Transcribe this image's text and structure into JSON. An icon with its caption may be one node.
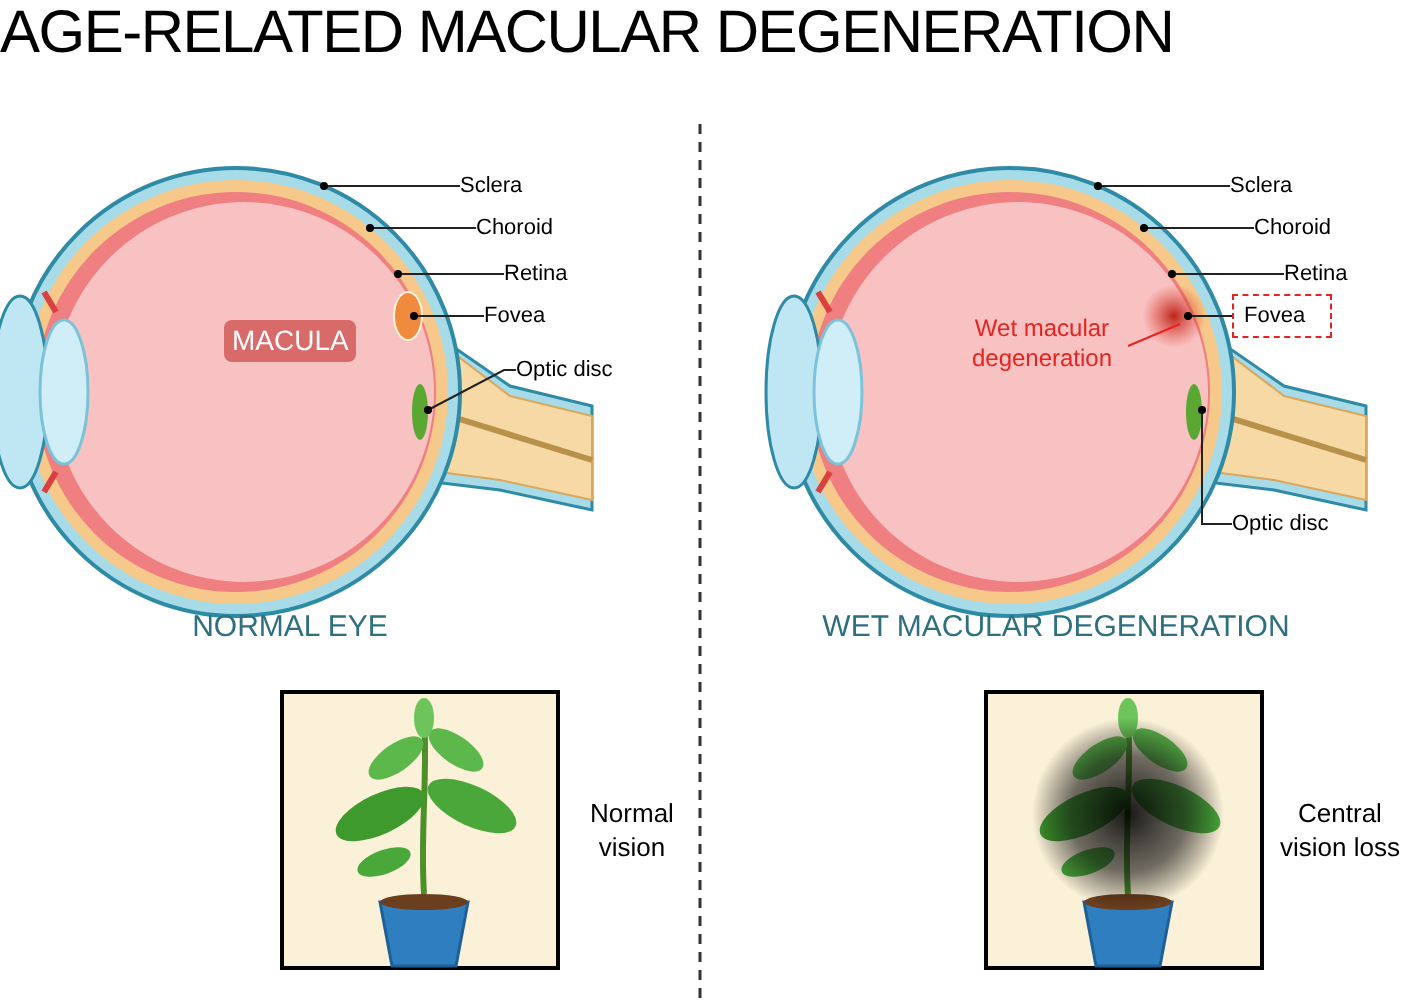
{
  "diagram": {
    "title": "AGE-RELATED MACULAR DEGENERATION",
    "nodes": [
      {
        "text": [
          "Sclera"
        ]
      },
      {
        "text": [
          "Choroid"
        ]
      },
      {
        "text": [
          "Retina"
        ]
      },
      {
        "text": [
          "Fovea"
        ]
      },
      {
        "text": [
          "Optic disc"
        ]
      },
      {
        "text": [
          "Sclera"
        ]
      },
      {
        "text": [
          "Choroid"
        ]
      },
      {
        "text": [
          "Retina"
        ]
      },
      {
        "text": [
          "Fovea"
        ]
      },
      {
        "text": [
          "Optic disc"
        ]
      },
      {
        "text": [
          "Wet macular degeneration"
        ]
      },
      {
        "text": [],
        "shape": "picture",
        "beside": [
          "Normal vision"
        ]
      },
      {
        "text": [],
        "shape": "picture",
        "beside": [
          "Central vision loss"
        ]
      }
    ],
    "edges": [
      {
        "from": 0,
        "to": null,
        "arrow": "other"
      },
      {
        "from": 1,
        "to": null,
        "arrow": "other"
      },
      {
        "from": 2,
        "to": null,
        "arrow": "other"
      },
      {
        "from": 3,
        "to": null,
        "arrow": "other"
      },
      {
        "from": 4,
        "to": null,
        "arrow": "other"
      },
      {
        "from": 5,
        "to": null,
        "arrow": "other"
      },
      {
        "from": 6,
        "to": null,
        "arrow": "other"
      },
      {
        "from": 7,
        "to": null,
        "arrow": "other"
      },
      {
        "from": 8,
        "to": null,
        "arrow": "other"
      },
      {
        "from": 9,
        "to": null,
        "arrow": "other"
      },
      {
        "from": 10,
        "to": null,
        "arrow": "none",
        "color": "#e52421"
      }
    ],
    "labels": [
      "MACULA",
      "NORMAL EYE",
      "WET MACULAR DEGENERATION"
    ]
  }
}
